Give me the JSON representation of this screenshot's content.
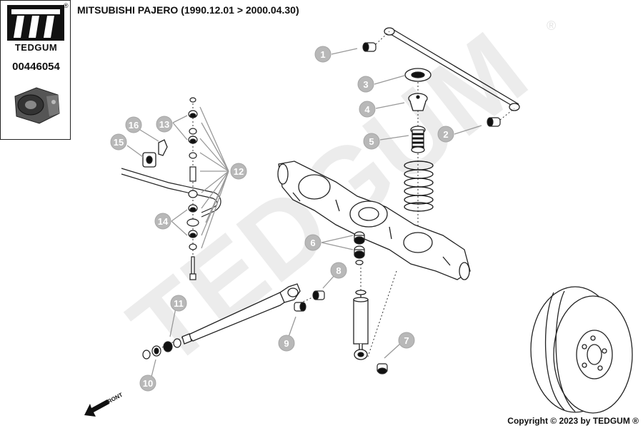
{
  "header": {
    "title": "MITSUBISHI PAJERO (1990.12.01 > 2000.04.30)"
  },
  "logo": {
    "brand": "TEDGUM",
    "registered_mark": "®",
    "part_number": "00446054"
  },
  "watermark": {
    "text": "TEDGUM",
    "registered_mark": "®"
  },
  "front_indicator": {
    "label": "FRONT"
  },
  "callouts": [
    {
      "label": "1"
    },
    {
      "label": "2"
    },
    {
      "label": "3"
    },
    {
      "label": "4"
    },
    {
      "label": "5"
    },
    {
      "label": "6"
    },
    {
      "label": "7"
    },
    {
      "label": "8"
    },
    {
      "label": "9"
    },
    {
      "label": "10"
    },
    {
      "label": "11"
    },
    {
      "label": "12"
    },
    {
      "label": "13"
    },
    {
      "label": "14"
    },
    {
      "label": "15"
    },
    {
      "label": "16"
    }
  ],
  "footer": {
    "copyright": "Copyright © 2023 by TEDGUM ®"
  },
  "colors": {
    "callout_fill": "#b8b8b8",
    "line": "#222222",
    "watermark": "#ececec"
  }
}
